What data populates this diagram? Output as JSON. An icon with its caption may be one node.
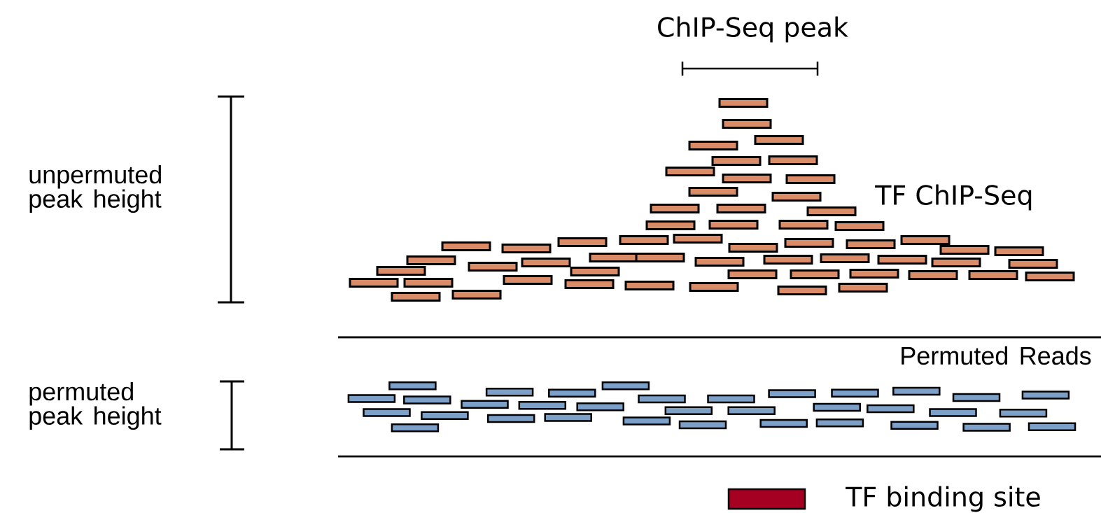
{
  "diagram": {
    "labels": [
      "ChIP-Seq peak",
      "unpermuted peak height",
      "TF ChIP-Seq",
      "Permuted Reads",
      "permuted peak height"
    ],
    "legend": [
      {
        "text": "TF binding site",
        "color": "#a50021"
      }
    ]
  }
}
